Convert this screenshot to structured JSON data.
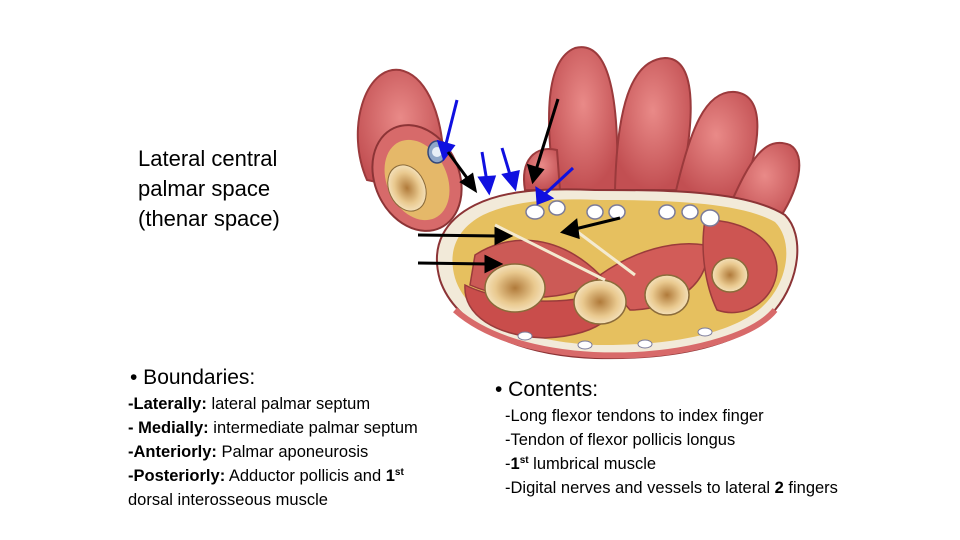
{
  "title": {
    "lines": [
      "Lateral central",
      "palmar  space",
      "(thenar space)"
    ]
  },
  "boundaries": {
    "heading": "• Boundaries:",
    "items": [
      {
        "label": "-Laterally:",
        "text": " lateral palmar septum"
      },
      {
        "label": "- Medially:",
        "text": " intermediate palmar septum"
      },
      {
        "label": "-Anteriorly:",
        "text": " Palmar aponeurosis"
      },
      {
        "label": "-Posteriorly:",
        "text": "  Adductor pollicis  and ",
        "num": "1",
        "sup": "st"
      },
      {
        "text": "dorsal interosseous muscle"
      }
    ]
  },
  "contents": {
    "heading": "• Contents:",
    "items": [
      {
        "text": "-Long flexor tendons to index finger"
      },
      {
        "text": "-Tendon of flexor pollicis longus"
      },
      {
        "prefix": "-",
        "num": "1",
        "sup": "st",
        "text": " lumbrical muscle"
      },
      {
        "text": "-Digital nerves and vessels to lateral ",
        "num": "2",
        "suffix": " fingers"
      }
    ]
  },
  "colors": {
    "arrow_blue": "#1010e0",
    "arrow_black": "#000000",
    "skin": "#d9656a",
    "muscle": "#c94d4b",
    "fat": "#e9c35a"
  }
}
